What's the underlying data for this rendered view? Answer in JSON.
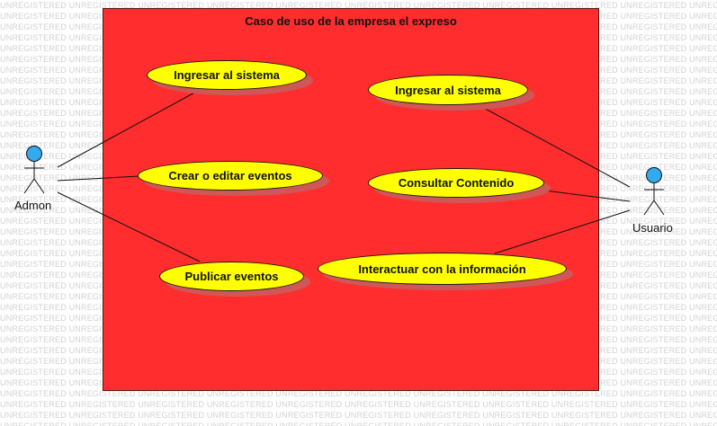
{
  "watermark": {
    "text": "UNREGISTERED"
  },
  "colors": {
    "boundary_fill": "#ff2d2d",
    "usecase_fill": "#ffff00",
    "actor_head": "#33aaee",
    "usecase_shadow": "#cd5a5a"
  },
  "diagram": {
    "title": "Caso de uso de la empresa el expreso",
    "actors": {
      "admon": {
        "label": "Admon"
      },
      "usuario": {
        "label": "Usuario"
      }
    },
    "use_cases": {
      "admon_ingresar": "Ingresar al sistema",
      "admon_crear": "Crear o editar eventos",
      "admon_publicar": "Publicar eventos",
      "usuario_ingresar": "Ingresar al sistema",
      "usuario_consultar": "Consultar Contenido",
      "usuario_interactuar": "Interactuar con la información"
    },
    "associations": [
      {
        "from": "Admon",
        "to": "Ingresar al sistema"
      },
      {
        "from": "Admon",
        "to": "Crear o editar eventos"
      },
      {
        "from": "Admon",
        "to": "Publicar eventos"
      },
      {
        "from": "Usuario",
        "to": "Ingresar al sistema"
      },
      {
        "from": "Usuario",
        "to": "Consultar Contenido"
      },
      {
        "from": "Usuario",
        "to": "Interactuar con la información"
      }
    ]
  }
}
